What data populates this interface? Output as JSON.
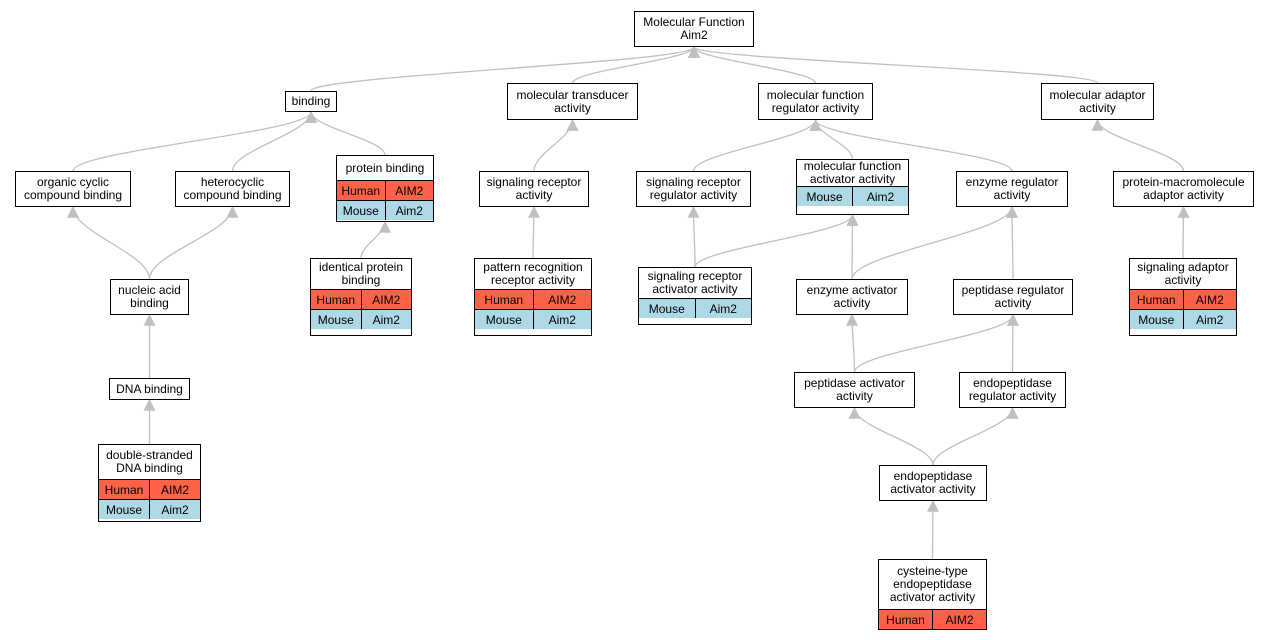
{
  "colors": {
    "human": "#ff6347",
    "mouse": "#add8e6",
    "edge": "#c0c0c0"
  },
  "nodes": {
    "root": {
      "label": "Molecular Function\nAim2"
    },
    "bind": {
      "label": "binding"
    },
    "mtrans": {
      "label": "molecular transducer\nactivity"
    },
    "mfreg": {
      "label": "molecular function\nregulator activity"
    },
    "madapt": {
      "label": "molecular adaptor\nactivity"
    },
    "occb": {
      "label": "organic cyclic\ncompound binding"
    },
    "hetb": {
      "label": "heterocyclic\ncompound binding"
    },
    "protb": {
      "label": "protein binding",
      "rows": [
        [
          "Human",
          "AIM2"
        ],
        [
          "Mouse",
          "Aim2"
        ]
      ]
    },
    "sigrec": {
      "label": "signaling receptor\nactivity"
    },
    "srreg": {
      "label": "signaling receptor\nregulator activity"
    },
    "mfact": {
      "label": "molecular function\nactivator activity",
      "rows": [
        [
          "Mouse",
          "Aim2"
        ]
      ]
    },
    "enzreg": {
      "label": "enzyme regulator\nactivity"
    },
    "pmadapt": {
      "label": "protein-macromolecule\nadaptor activity"
    },
    "nab": {
      "label": "nucleic acid\nbinding"
    },
    "idpb": {
      "label": "identical protein\nbinding",
      "rows": [
        [
          "Human",
          "AIM2"
        ],
        [
          "Mouse",
          "Aim2"
        ]
      ]
    },
    "prr": {
      "label": "pattern recognition\nreceptor activity",
      "rows": [
        [
          "Human",
          "AIM2"
        ],
        [
          "Mouse",
          "Aim2"
        ]
      ]
    },
    "sract": {
      "label": "signaling receptor\nactivator activity",
      "rows": [
        [
          "Mouse",
          "Aim2"
        ]
      ]
    },
    "enzact": {
      "label": "enzyme activator\nactivity"
    },
    "pepreg": {
      "label": "peptidase regulator\nactivity"
    },
    "sigad": {
      "label": "signaling adaptor\nactivity",
      "rows": [
        [
          "Human",
          "AIM2"
        ],
        [
          "Mouse",
          "Aim2"
        ]
      ]
    },
    "dnab": {
      "label": "DNA binding"
    },
    "pepact": {
      "label": "peptidase activator\nactivity"
    },
    "endoreg": {
      "label": "endopeptidase\nregulator activity"
    },
    "dsdna": {
      "label": "double-stranded\nDNA binding",
      "rows": [
        [
          "Human",
          "AIM2"
        ],
        [
          "Mouse",
          "Aim2"
        ]
      ]
    },
    "endoact": {
      "label": "endopeptidase\nactivator activity"
    },
    "cysact": {
      "label": "cysteine-type\nendopeptidase\nactivator activity",
      "rows": [
        [
          "Human",
          "AIM2"
        ]
      ]
    }
  },
  "edges": [
    [
      "bind",
      "root"
    ],
    [
      "mtrans",
      "root"
    ],
    [
      "mfreg",
      "root"
    ],
    [
      "madapt",
      "root"
    ],
    [
      "occb",
      "bind"
    ],
    [
      "hetb",
      "bind"
    ],
    [
      "protb",
      "bind"
    ],
    [
      "sigrec",
      "mtrans"
    ],
    [
      "srreg",
      "mfreg"
    ],
    [
      "mfact",
      "mfreg"
    ],
    [
      "enzreg",
      "mfreg"
    ],
    [
      "pmadapt",
      "madapt"
    ],
    [
      "nab",
      "occb"
    ],
    [
      "nab",
      "hetb"
    ],
    [
      "idpb",
      "protb"
    ],
    [
      "prr",
      "sigrec"
    ],
    [
      "sract",
      "srreg"
    ],
    [
      "sract",
      "mfact"
    ],
    [
      "enzact",
      "mfact"
    ],
    [
      "enzact",
      "enzreg"
    ],
    [
      "pepreg",
      "enzreg"
    ],
    [
      "sigad",
      "pmadapt"
    ],
    [
      "dnab",
      "nab"
    ],
    [
      "pepact",
      "enzact"
    ],
    [
      "pepact",
      "pepreg"
    ],
    [
      "endoreg",
      "pepreg"
    ],
    [
      "dsdna",
      "dnab"
    ],
    [
      "endoact",
      "pepact"
    ],
    [
      "endoact",
      "endoreg"
    ],
    [
      "cysact",
      "endoact"
    ]
  ]
}
